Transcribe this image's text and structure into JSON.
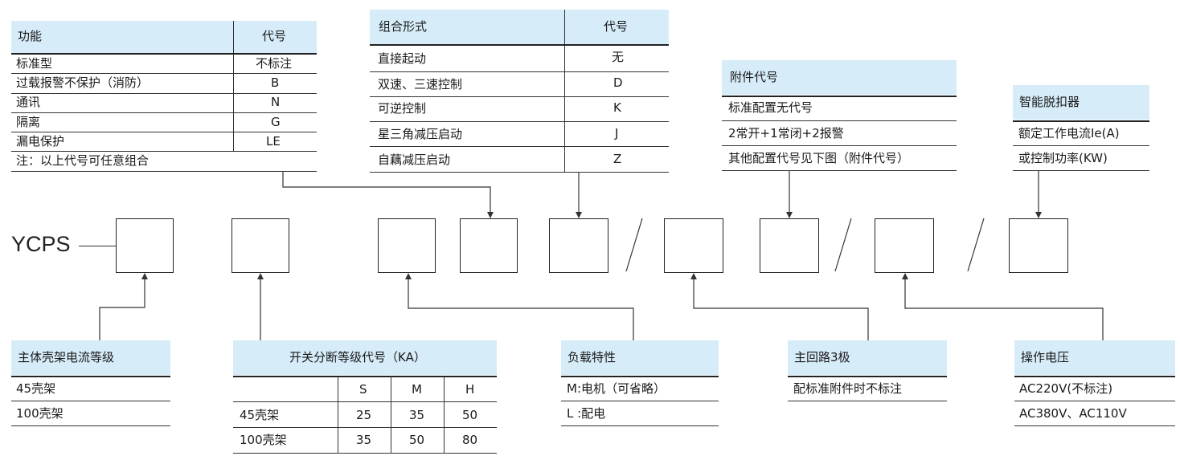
{
  "model_prefix": "YCPS",
  "function_table": {
    "headers": [
      "功能",
      "代号"
    ],
    "rows": [
      [
        "标准型",
        "不标注"
      ],
      [
        "过载报警不保护（消防）",
        "B"
      ],
      [
        "通讯",
        "N"
      ],
      [
        "隔离",
        "G"
      ],
      [
        "漏电保护",
        "LE"
      ]
    ],
    "note": "注：以上代号可任意组合"
  },
  "combination_table": {
    "headers": [
      "组合形式",
      "代号"
    ],
    "rows": [
      [
        "直接起动",
        "无"
      ],
      [
        "双速、三速控制",
        "D"
      ],
      [
        "可逆控制",
        "K"
      ],
      [
        "星三角减压启动",
        "J"
      ],
      [
        "自藕减压启动",
        "Z"
      ]
    ]
  },
  "accessory_table": {
    "header": "附件代号",
    "rows": [
      "标准配置无代号",
      "2常开+1常闭+2报警",
      "其他配置代号见下图（附件代号）"
    ]
  },
  "trip_unit_table": {
    "header": "智能脱扣器",
    "rows": [
      "额定工作电流Ie(A)",
      "或控制功率(KW)"
    ]
  },
  "frame_table": {
    "header": "主体壳架电流等级",
    "rows": [
      "45壳架",
      "100壳架"
    ]
  },
  "breaking_table": {
    "header": "开关分断等级代号（KA）",
    "columns": [
      "",
      "S",
      "M",
      "H"
    ],
    "rows": [
      [
        "45壳架",
        "25",
        "35",
        "50"
      ],
      [
        "100壳架",
        "35",
        "50",
        "80"
      ]
    ]
  },
  "load_table": {
    "header": "负载特性",
    "rows": [
      "M:电机（可省略）",
      "L :配电"
    ]
  },
  "poles_table": {
    "header": "主回路3极",
    "rows": [
      "配标准附件时不标注"
    ]
  },
  "voltage_table": {
    "header": "操作电压",
    "rows": [
      "AC220V(不标注)",
      "AC380V、AC110V"
    ]
  },
  "separator": "/",
  "colors": {
    "header_bg": "#d6ecf8",
    "line": "#333333",
    "text": "#1a1a1a"
  }
}
